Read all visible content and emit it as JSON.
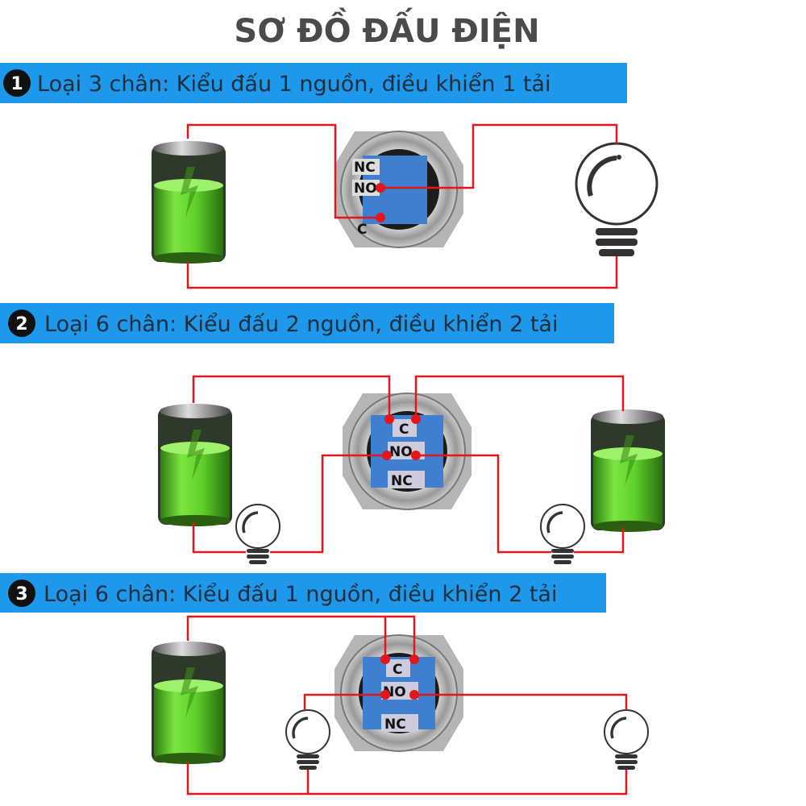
{
  "title": "SƠ ĐỒ ĐẤU ĐIỆN",
  "sections": [
    {
      "number": "1",
      "label": "Loại 3 chân: Kiểu đấu 1 nguồn, điều khiển 1 tải",
      "pins": {
        "nc": "NC",
        "no": "NO",
        "c": "C"
      }
    },
    {
      "number": "2",
      "label": "Loại 6 chân: Kiểu đấu 2 nguồn, điều khiển 2 tải",
      "pins": {
        "nc": "NC",
        "no": "NO",
        "c": "C"
      }
    },
    {
      "number": "3",
      "label": "Loại 6 chân: Kiểu đấu 1 nguồn, điều khiển 2 tải",
      "pins": {
        "nc": "NC",
        "no": "NO",
        "c": "C"
      }
    }
  ],
  "colors": {
    "banner": "#1e98ea",
    "wire": "#e3161b",
    "battery": "#5ed12a",
    "switch": "#3f7fd0"
  }
}
